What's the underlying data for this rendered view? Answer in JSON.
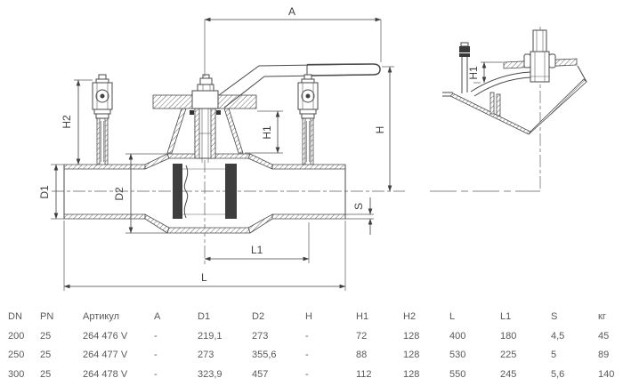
{
  "drawing": {
    "labels": {
      "A": "A",
      "H": "H",
      "H1": "H1",
      "H2": "H2",
      "D1": "D1",
      "D2": "D2",
      "L": "L",
      "L1": "L1",
      "S": "S"
    },
    "detail_labels": {
      "H1": "H1"
    },
    "line_color": "#4a4a4a"
  },
  "table": {
    "text_color": "#595959",
    "headers": [
      "DN",
      "PN",
      "Артикул",
      "A",
      "D1",
      "D2",
      "H",
      "H1",
      "H2",
      "L",
      "L1",
      "S",
      "кг"
    ],
    "rows": [
      [
        "200",
        "25",
        "264 476 V",
        "-",
        "219,1",
        "273",
        "-",
        "72",
        "128",
        "400",
        "180",
        "4,5",
        "45"
      ],
      [
        "250",
        "25",
        "264 477 V",
        "-",
        "273",
        "355,6",
        "-",
        "88",
        "128",
        "530",
        "225",
        "5",
        "89"
      ],
      [
        "300",
        "25",
        "264 478 V",
        "-",
        "323,9",
        "457",
        "-",
        "112",
        "128",
        "550",
        "245",
        "5,6",
        "140"
      ]
    ]
  }
}
